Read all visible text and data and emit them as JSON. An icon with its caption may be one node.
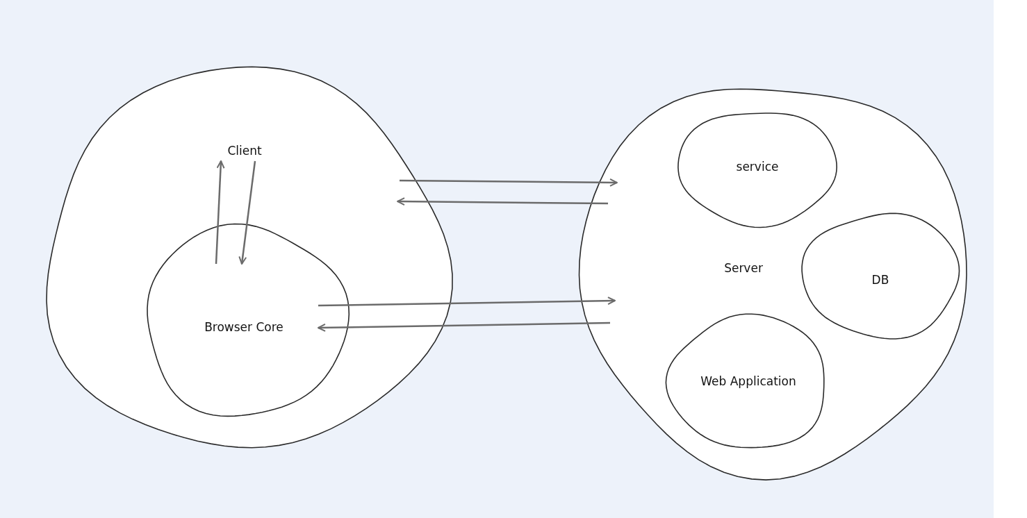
{
  "diagram": {
    "nodes": [
      {
        "text": [],
        "shape": "circle"
      },
      {
        "text": [
          "Client"
        ],
        "in": 0
      },
      {
        "text": [
          "Browser Core"
        ],
        "in": 0
      },
      {
        "text": [
          "Server"
        ]
      },
      {
        "text": [
          "service"
        ],
        "in": 3
      },
      {
        "text": [
          "DB"
        ],
        "in": 3
      },
      {
        "text": [
          "Web Application"
        ],
        "in": 3
      }
    ],
    "edges": [
      {
        "from": 2,
        "to": 1,
        "arrow": "to"
      },
      {
        "from": 1,
        "to": 2,
        "arrow": "to"
      },
      {
        "from": 0,
        "to": 3,
        "arrow": "to"
      },
      {
        "from": 3,
        "to": 0,
        "arrow": "to"
      },
      {
        "from": 2,
        "to": 3,
        "arrow": "to"
      },
      {
        "from": 3,
        "to": 2,
        "arrow": "to"
      }
    ]
  }
}
